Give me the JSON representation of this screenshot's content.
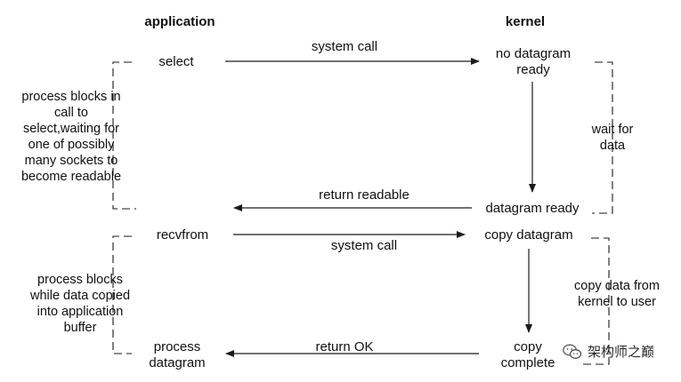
{
  "headers": {
    "application": "application",
    "kernel": "kernel"
  },
  "application_side": {
    "select": "select",
    "recvfrom": "recvfrom",
    "process_datagram": [
      "process",
      "datagram"
    ]
  },
  "kernel_side": {
    "no_datagram_ready": [
      "no datagram",
      "ready"
    ],
    "datagram_ready": "datagram ready",
    "copy_datagram": "copy datagram",
    "copy_complete": [
      "copy",
      "complete"
    ]
  },
  "arrows": {
    "system_call_1": "system call",
    "return_readable": "return readable",
    "system_call_2": "system call",
    "return_ok": "return OK"
  },
  "notes": {
    "process_blocks_select": [
      "process blocks in",
      "call to",
      "select,waiting for",
      "one of possibly",
      "many sockets to",
      "become readable"
    ],
    "wait_for_data": [
      "wait for",
      "data"
    ],
    "process_blocks_copy": [
      "process blocks",
      "while data copied",
      "into application",
      "buffer"
    ],
    "copy_data_kernel": [
      "copy data from",
      "kernel to user"
    ]
  },
  "watermark": {
    "text": "架构师之巅",
    "icon": "wechat-icon"
  },
  "colors": {
    "line": "#1a1a1a",
    "text": "#111111"
  }
}
